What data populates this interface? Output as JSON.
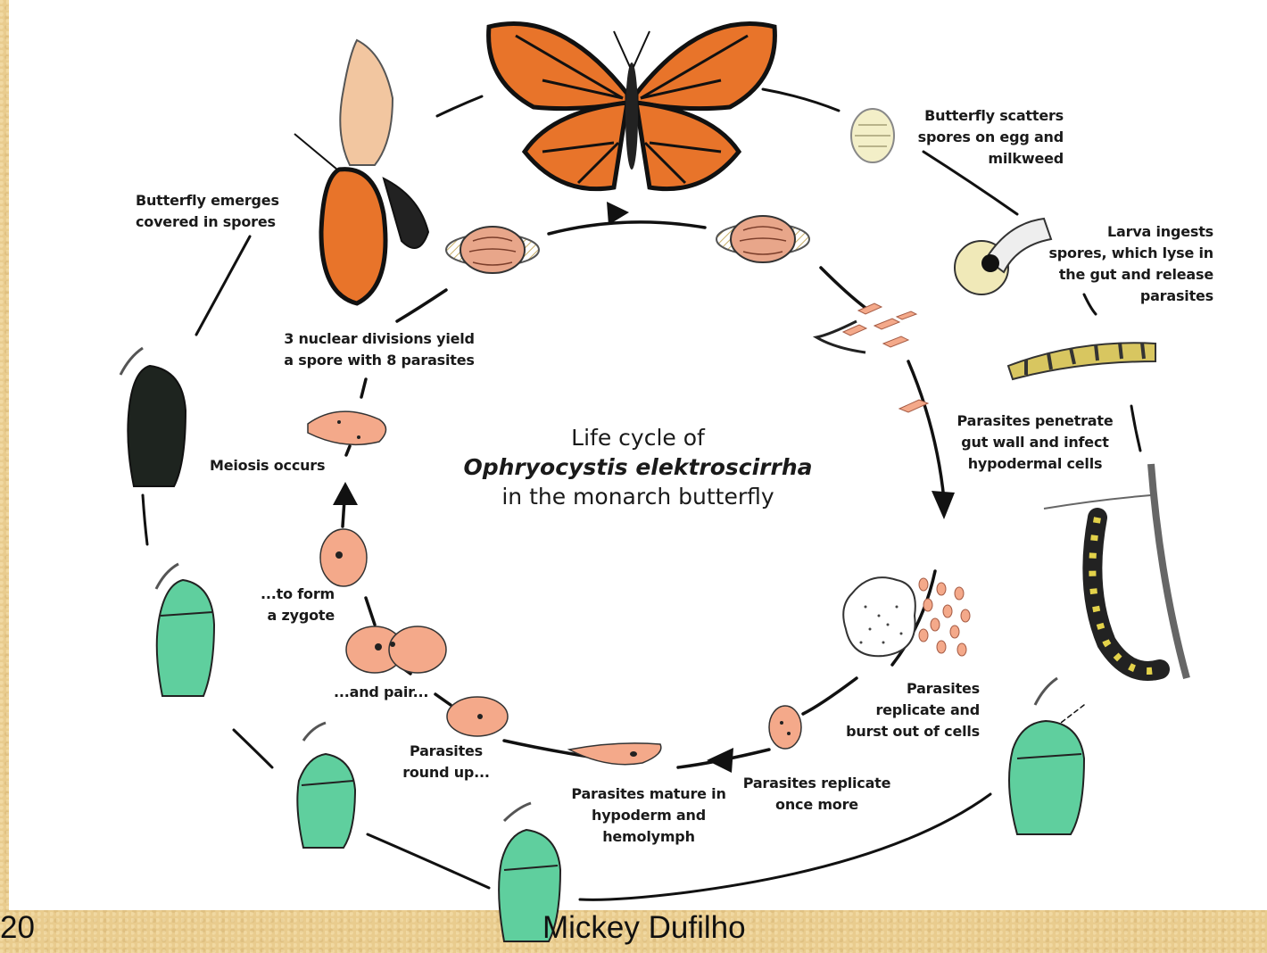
{
  "diagram": {
    "title_line1": "Life cycle of",
    "title_species": "Ophryocystis elektroscirrha",
    "title_line3": "in the monarch butterfly",
    "outer_labels": {
      "butterfly_scatters": "Butterfly scatters\nspores on egg and\nmilkweed",
      "larva_ingests": "Larva ingests\nspores, which lyse in\nthe gut and release\nparasites",
      "butterfly_emerges": "Butterfly emerges\ncovered in spores"
    },
    "inner_labels": {
      "parasites_penetrate": "Parasites penetrate\ngut wall and infect\nhypodermal cells",
      "parasites_replicate_burst": "Parasites\nreplicate and\nburst out of cells",
      "parasites_replicate_more": "Parasites replicate\nonce more",
      "parasites_mature": "Parasites mature in\nhypoderm and\nhemolymph",
      "parasites_round_up": "Parasites\nround up...",
      "and_pair": "...and pair...",
      "to_form_zygote": "...to form\na zygote",
      "meiosis": "Meiosis occurs",
      "nuclear_divisions": "3 nuclear divisions yield\na spore with 8 parasites"
    }
  },
  "footer": {
    "slide_number": "20",
    "author": "Mickey Dufilho"
  },
  "colors": {
    "background": "#e9cc8e",
    "parasite": "#f4a98a",
    "chrysalis": "#5fcf9e",
    "butterfly_orange": "#e8742a"
  }
}
